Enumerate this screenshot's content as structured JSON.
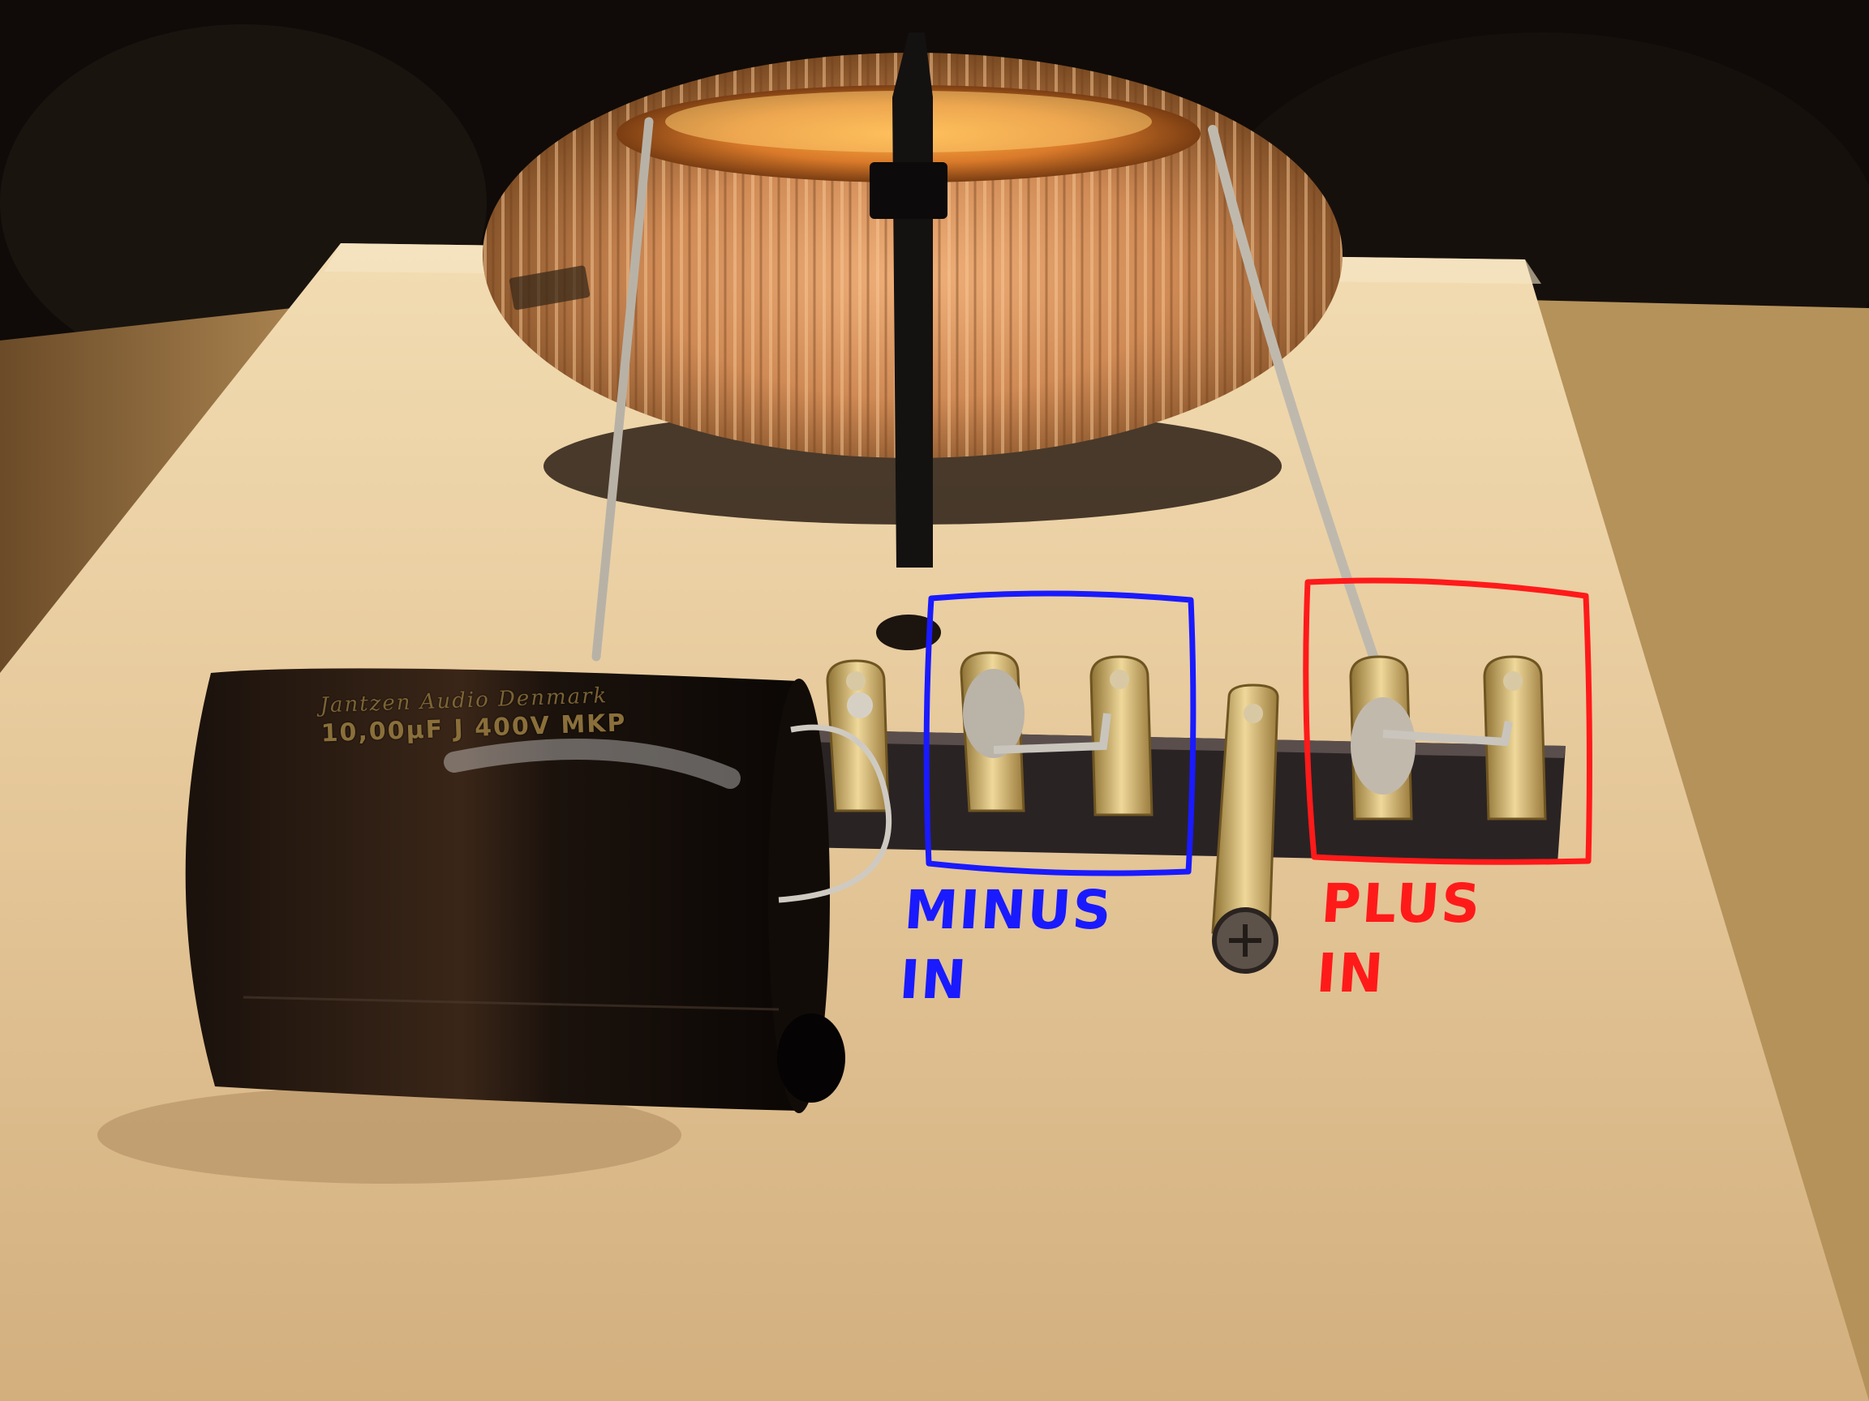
{
  "annotations": {
    "minus": {
      "line1": "MINUS",
      "line2": "IN",
      "color": "#1a1aff"
    },
    "plus": {
      "line1": "PLUS",
      "line2": "IN",
      "color": "#ff1a1a"
    }
  },
  "capacitor": {
    "brand_text": "Jantzen Audio Denmark",
    "spec_text": "10,00µF J 400V MKP",
    "color": "#1a120d"
  },
  "colors": {
    "background": "#0e0a08",
    "board": "#e2c69a",
    "copper": "#c9824a",
    "tie": "#151212",
    "terminal": "#c8a85a"
  },
  "icons": [
    "toroid-inductor-icon",
    "capacitor-icon",
    "terminal-strip-icon"
  ]
}
